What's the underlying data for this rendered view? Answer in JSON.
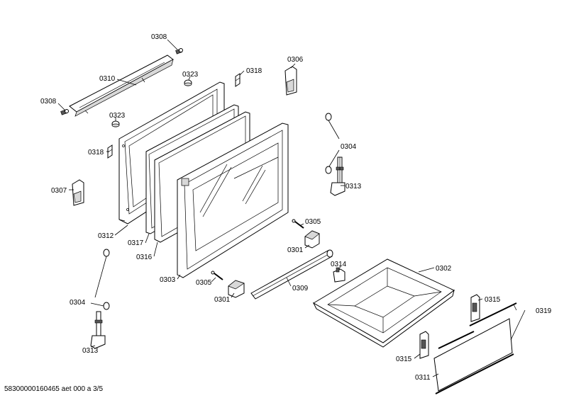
{
  "labels": {
    "p0308a": "0308",
    "p0308b": "0308",
    "p0310": "0310",
    "p0323a": "0323",
    "p0323b": "0323",
    "p0318a": "0318",
    "p0318b": "0318",
    "p0306": "0306",
    "p0304a": "0304",
    "p0304b": "0304",
    "p0307": "0307",
    "p0313a": "0313",
    "p0313b": "0313",
    "p0312": "0312",
    "p0317": "0317",
    "p0316": "0316",
    "p0303": "0303",
    "p0305a": "0305",
    "p0305b": "0305",
    "p0301a": "0301",
    "p0301b": "0301",
    "p0302": "0302",
    "p0314": "0314",
    "p0309": "0309",
    "p0315a": "0315",
    "p0315b": "0315",
    "p0319": "0319",
    "p0311": "0311"
  },
  "footer": "58300000160465 aet 000 a 3/5"
}
